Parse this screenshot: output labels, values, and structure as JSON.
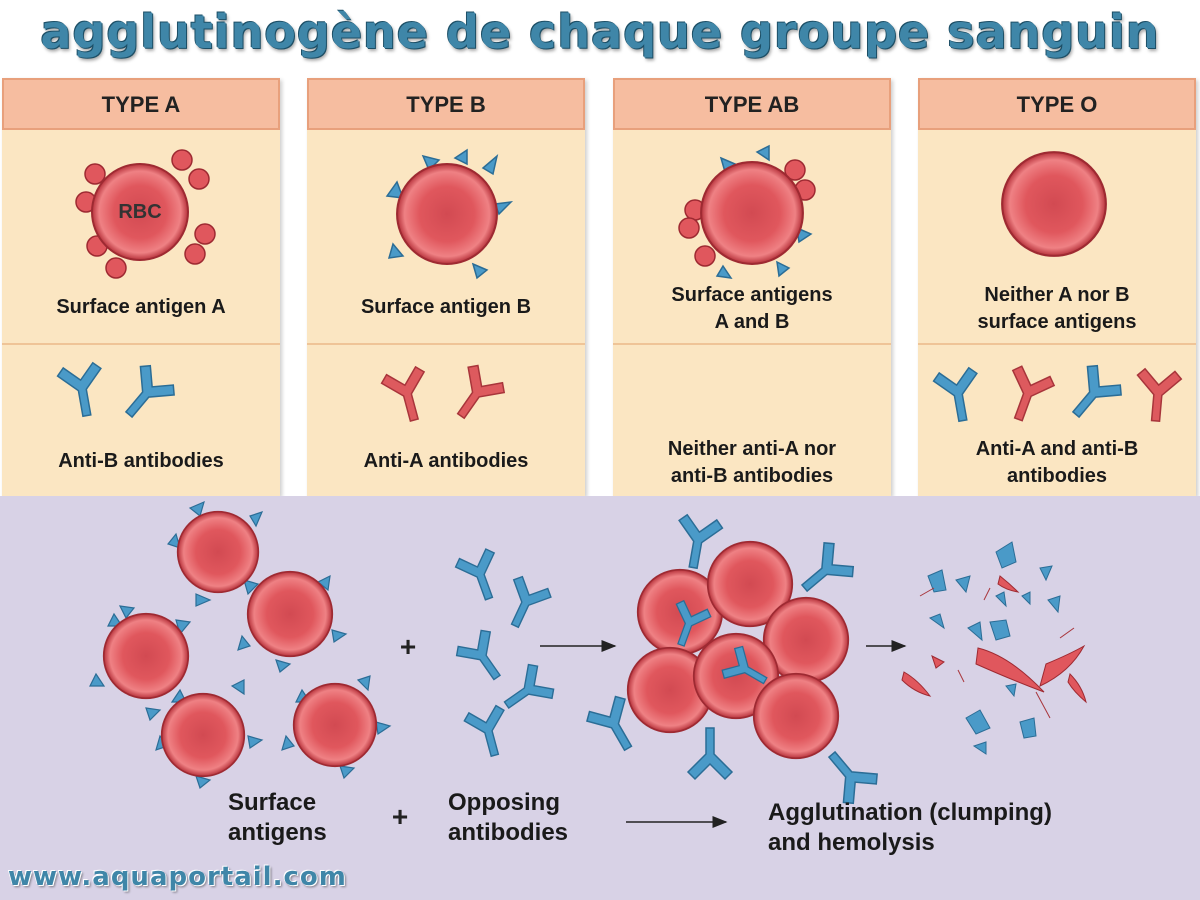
{
  "title": "agglutinogène de chaque groupe sanguin",
  "footer": "www.aquaportail.com",
  "types": [
    {
      "header": "TYPE A",
      "antigen_label": "Surface antigen A",
      "antibody_label": "Anti-B antibodies",
      "cell_label": "RBC"
    },
    {
      "header": "TYPE B",
      "antigen_label": "Surface antigen B",
      "antibody_label": "Anti-A antibodies"
    },
    {
      "header": "TYPE AB",
      "antigen_label_line1": "Surface antigens",
      "antigen_label_line2": "A and B",
      "antibody_label_line1": "Neither anti-A nor",
      "antibody_label_line2": "anti-B antibodies"
    },
    {
      "header": "TYPE O",
      "antigen_label_line1": "Neither A nor B",
      "antigen_label_line2": "surface antigens",
      "antibody_label_line1": "Anti-A and anti-B",
      "antibody_label_line2": "antibodies"
    }
  ],
  "bottom": {
    "plus_symbol": "+",
    "label_antigens_line1": "Surface",
    "label_antigens_line2": "antigens",
    "label_antibodies_line1": "Opposing",
    "label_antibodies_line2": "antibodies",
    "label_result_line1": "Agglutination (clumping)",
    "label_result_line2": "and hemolysis"
  },
  "colors": {
    "rbc": "#e0575d",
    "antigen_a": "#e0575d",
    "antigen_b": "#4a9ac8",
    "antibody_blue": "#4a9ac8",
    "antibody_red": "#dd5a5e",
    "panel_bg": "#fbe6c2",
    "header_bg": "#f6bda0",
    "bottom_bg": "#d8d2e6"
  }
}
